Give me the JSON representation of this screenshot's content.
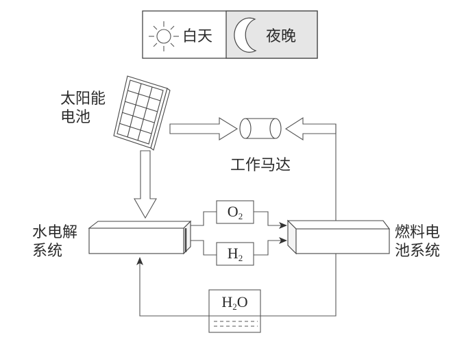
{
  "legend": {
    "day": {
      "icon": "sun-icon",
      "label": "白天"
    },
    "night": {
      "icon": "moon-icon",
      "label": "夜晚",
      "background": "#e6e6e6"
    }
  },
  "components": {
    "solar_cell": {
      "label_line1": "太阳能",
      "label_line2": "电池"
    },
    "motor": {
      "label": "工作马达"
    },
    "electrolysis": {
      "label_line1": "水电解",
      "label_line2": "系统"
    },
    "fuel_cell": {
      "label_line1": "燃料电",
      "label_line2": "池系统"
    },
    "oxygen": {
      "symbol": "O",
      "subscript": "2"
    },
    "hydrogen": {
      "symbol": "H",
      "subscript": "2"
    },
    "water": {
      "symbol_pre": "H",
      "subscript": "2",
      "symbol_post": "O"
    }
  },
  "flows": [
    {
      "from": "solar_cell",
      "to": "electrolysis",
      "type": "energy"
    },
    {
      "from": "solar_cell",
      "to": "motor",
      "type": "energy"
    },
    {
      "from": "fuel_cell",
      "to": "motor",
      "type": "energy"
    },
    {
      "from": "electrolysis",
      "to": "fuel_cell",
      "via": "oxygen",
      "type": "gas"
    },
    {
      "from": "electrolysis",
      "to": "fuel_cell",
      "via": "hydrogen",
      "type": "gas"
    },
    {
      "from": "fuel_cell",
      "to": "electrolysis",
      "via": "water",
      "type": "liquid"
    }
  ],
  "colors": {
    "line": "#444444",
    "night_fill": "#e6e6e6"
  }
}
